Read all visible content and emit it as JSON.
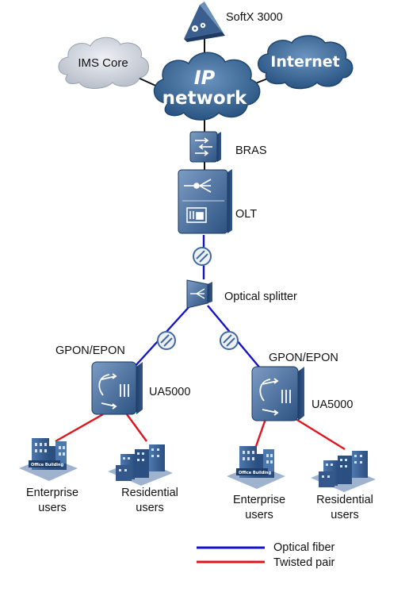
{
  "nodes": {
    "softx": "SoftX 3000",
    "ims": "IMS Core",
    "ip_line1": "IP",
    "ip_line2": "network",
    "internet": "Internet",
    "bras": "BRAS",
    "olt": "OLT",
    "splitter": "Optical splitter",
    "left_pon": "GPON/EPON",
    "right_pon": "GPON/EPON",
    "left_ua": "UA5000",
    "right_ua": "UA5000",
    "left_ent_1": "Enterprise",
    "left_ent_2": "users",
    "left_res_1": "Residential",
    "left_res_2": "users",
    "right_ent_1": "Enterprise",
    "right_ent_2": "users",
    "right_res_1": "Residential",
    "right_res_2": "users",
    "office_sign": "Office Building"
  },
  "legend": {
    "fiber": "Optical fiber",
    "twisted": "Twisted pair"
  },
  "colors": {
    "fiber": "#1414c8",
    "twisted": "#e0141e",
    "cloud_blue": "#2f5f8c",
    "cloud_grey": "#d0d4dc",
    "device": "#3f6aa0"
  }
}
